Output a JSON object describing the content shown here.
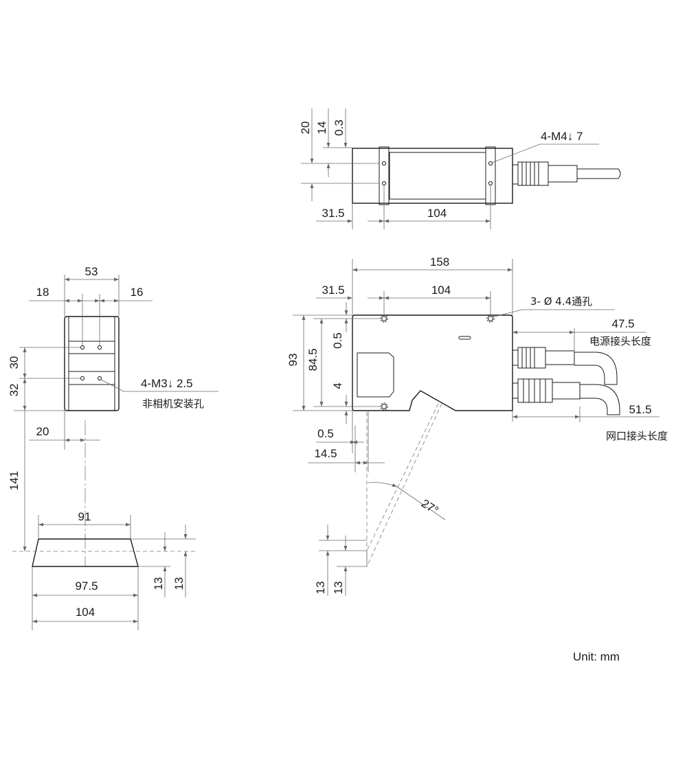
{
  "top_view": {
    "dims": {
      "d20": "20",
      "d14": "14",
      "d03": "0.3",
      "d315": "31.5",
      "d104": "104"
    },
    "callout": "4-M4↓ 7"
  },
  "left_view": {
    "dims": {
      "d53": "53",
      "d18": "18",
      "d16": "16",
      "d30": "30",
      "d32": "32",
      "d20": "20",
      "d141": "141"
    },
    "callout_line1": "4-M3↓ 2.5",
    "callout_line2": "非相机安装孔"
  },
  "bottom_view": {
    "dims": {
      "d91": "91",
      "d975": "97.5",
      "d104": "104",
      "d13a": "13",
      "d13b": "13"
    }
  },
  "main_view": {
    "dims": {
      "d158": "158",
      "d315": "31.5",
      "d104": "104",
      "d93": "93",
      "d845": "84.5",
      "d05a": "0.5",
      "d4": "4",
      "d05b": "0.5",
      "d145": "14.5",
      "d475": "47.5",
      "d515": "51.5",
      "d13a": "13",
      "d13b": "13",
      "angle": "27°"
    },
    "callout_holes": "3- Ø  4.4通孔",
    "power_connector_label": "电源接头长度",
    "network_connector_label": "网口接头长度"
  },
  "unit_label": "Unit: mm"
}
